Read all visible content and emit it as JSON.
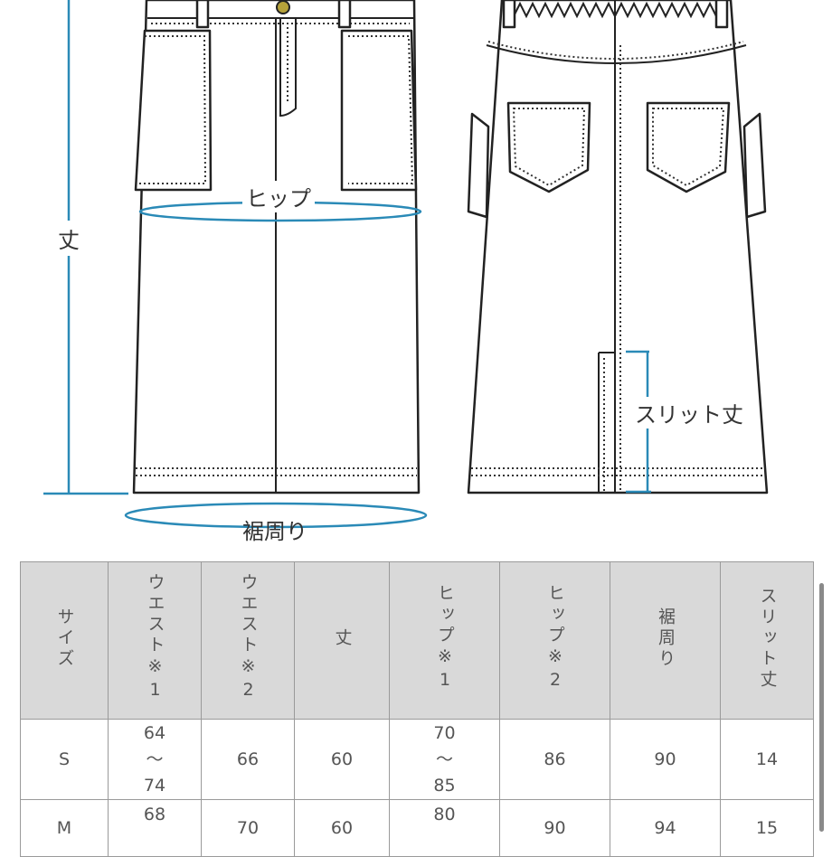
{
  "diagram": {
    "labels": {
      "hip": "ヒップ",
      "length": "丈",
      "hem": "裾周り",
      "slit": "スリット丈"
    },
    "colors": {
      "measure": "#2a8ab7",
      "outline": "#222222"
    }
  },
  "table": {
    "headers": [
      "サイズ",
      "ウエスト※1",
      "ウエスト※2",
      "丈",
      "ヒップ※1",
      "ヒップ※2",
      "裾周り",
      "スリット丈"
    ],
    "rows": [
      {
        "size": "S",
        "waist1": [
          "64",
          "〜",
          "74"
        ],
        "waist2": "66",
        "length": "60",
        "hip1": [
          "70",
          "〜",
          "85"
        ],
        "hip2": "86",
        "hem": "90",
        "slit": "14"
      },
      {
        "size": "M",
        "waist1": [
          "68"
        ],
        "waist2": "70",
        "length": "60",
        "hip1": [
          "80"
        ],
        "hip2": "90",
        "hem": "94",
        "slit": "15"
      }
    ]
  }
}
